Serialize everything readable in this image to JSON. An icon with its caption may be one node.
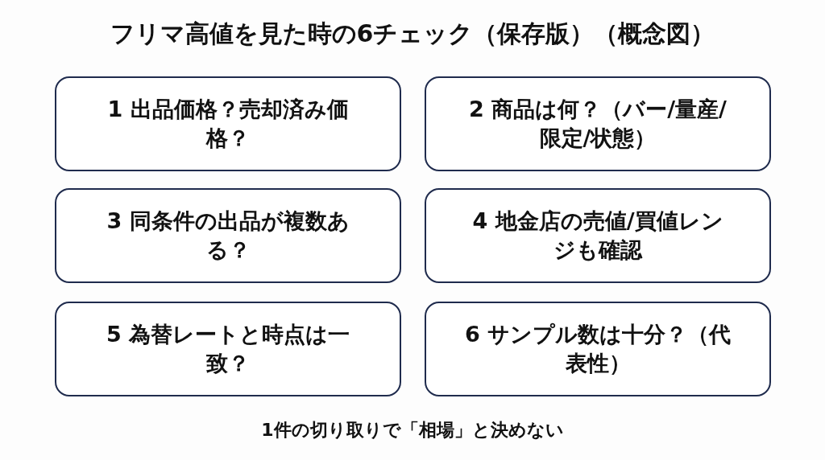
{
  "diagram": {
    "title": "フリマ高値を見た時の6チェック（保存版）（概念図）",
    "nodes": [
      {
        "text": [
          "1 出品価格？売却済み価格？"
        ]
      },
      {
        "text": [
          "2 商品は何？（バー/量産/限定/状態）"
        ]
      },
      {
        "text": [
          "3 同条件の出品が複数ある？"
        ]
      },
      {
        "text": [
          "4 地金店の売値/買値レンジも確認"
        ]
      },
      {
        "text": [
          "5 為替レートと時点は一致？"
        ]
      },
      {
        "text": [
          "6 サンプル数は十分？（代表性）"
        ]
      }
    ],
    "caption": "1件の切り取りで「相場」と決めない"
  }
}
